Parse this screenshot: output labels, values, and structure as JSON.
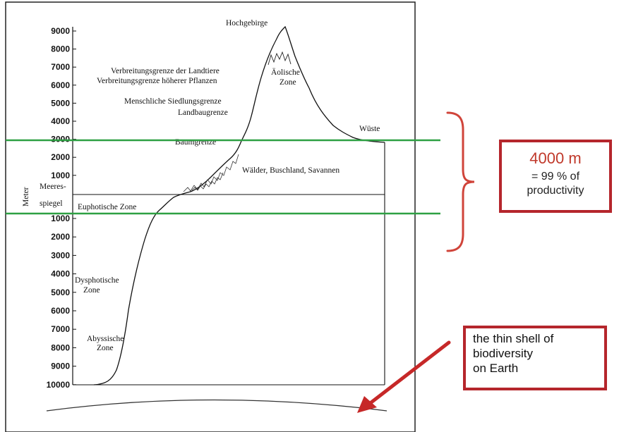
{
  "diagram": {
    "y_axis_label": "Meter",
    "sea_level_label": "Meeres-\nspiegel",
    "altitude_ticks": [
      "9000",
      "8000",
      "7000",
      "6000",
      "5000",
      "4000",
      "3000",
      "2000",
      "1000"
    ],
    "depth_ticks": [
      "1000",
      "2000",
      "3000",
      "4000",
      "5000",
      "6000",
      "7000",
      "8000",
      "9000",
      "10000"
    ],
    "zone_labels": {
      "hochgebirge": "Hochgebirge",
      "aeolische_1": "Äolische",
      "aeolische_2": "Zone",
      "landtiere": "Verbreitungsgrenze der Landtiere",
      "pflanzen": "Verbreitungsgrenze höherer Pflanzen",
      "siedlung": "Menschliche Siedlungsgrenze",
      "landbau": "Landbaugrenze",
      "baumgrenze": "Baumgrenze",
      "wueste": "Wüste",
      "waelder": "Wälder, Buschland, Savannen",
      "euphotisch": "Euphotische Zone",
      "dysphotisch_1": "Dysphotische",
      "dysphotisch_2": "Zone",
      "abyssisch_1": "Abyssische",
      "abyssisch_2": "Zone"
    },
    "colors": {
      "band_line": "#2ea043",
      "brace": "#d0443a",
      "arrow": "#c62828",
      "box_border": "#b5262c"
    }
  },
  "callouts": {
    "productivity": {
      "title": "4000 m",
      "line1": "=  99 % of",
      "line2": "productivity"
    },
    "shell": {
      "line1": "the  thin shell of",
      "line2": "biodiversity",
      "line3": "on Earth"
    }
  }
}
